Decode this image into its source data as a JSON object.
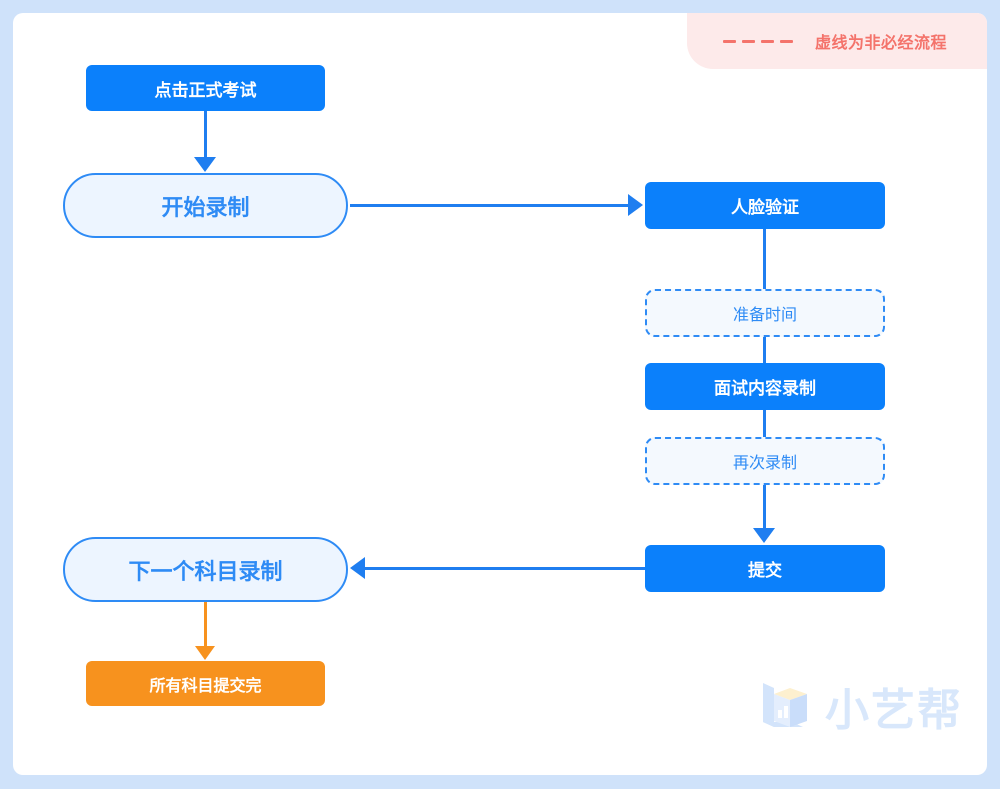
{
  "frame": {
    "outer_bg": "#cfe2fa",
    "canvas_bg": "#ffffff"
  },
  "legend": {
    "text": "虚线为非必经流程",
    "dash_count": 4,
    "bg_color": "#fdeaea",
    "text_color": "#f4736b"
  },
  "palette": {
    "solid_blue": "#0b80fb",
    "line_blue": "#1f7ef0",
    "pill_border": "#2e8bf5",
    "pill_fill": "#edf5ff",
    "dashed_fill": "#f4f9fe",
    "orange": "#f7921e",
    "watermark": "#d8e7fb"
  },
  "flow": {
    "nodes": [
      {
        "id": "start-exam",
        "label": "点击正式考试",
        "style": "solid"
      },
      {
        "id": "begin-recording",
        "label": "开始录制",
        "style": "pill"
      },
      {
        "id": "face-verify",
        "label": "人脸验证",
        "style": "solid"
      },
      {
        "id": "prep-time",
        "label": "准备时间",
        "style": "dashed"
      },
      {
        "id": "interview-record",
        "label": "面试内容录制",
        "style": "solid"
      },
      {
        "id": "record-again",
        "label": "再次录制",
        "style": "dashed"
      },
      {
        "id": "submit",
        "label": "提交",
        "style": "solid"
      },
      {
        "id": "next-subject",
        "label": "下一个科目录制",
        "style": "pill"
      },
      {
        "id": "all-submitted",
        "label": "所有科目提交完",
        "style": "orange"
      }
    ],
    "edges": [
      {
        "from": "start-exam",
        "to": "begin-recording",
        "dir": "down"
      },
      {
        "from": "begin-recording",
        "to": "face-verify",
        "dir": "right"
      },
      {
        "from": "face-verify",
        "to": "prep-time",
        "dir": "down"
      },
      {
        "from": "prep-time",
        "to": "interview-record",
        "dir": "down"
      },
      {
        "from": "interview-record",
        "to": "record-again",
        "dir": "down"
      },
      {
        "from": "record-again",
        "to": "submit",
        "dir": "down"
      },
      {
        "from": "submit",
        "to": "next-subject",
        "dir": "left"
      },
      {
        "from": "next-subject",
        "to": "all-submitted",
        "dir": "down"
      }
    ]
  },
  "watermark": {
    "brand": "小艺帮",
    "icon": "cube-logo-icon"
  }
}
